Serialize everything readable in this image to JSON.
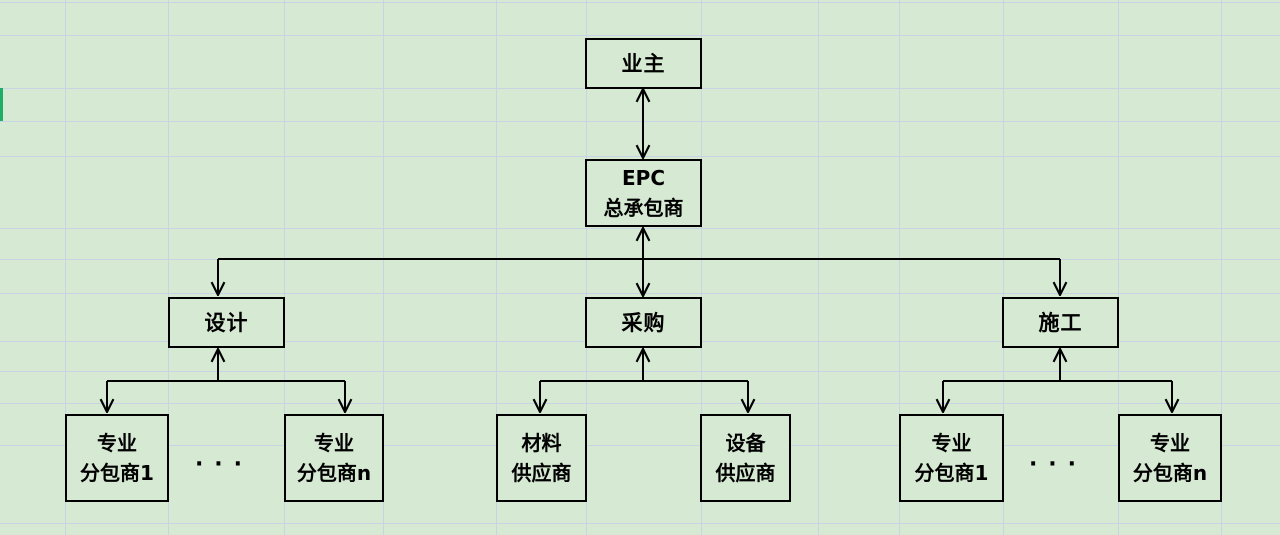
{
  "colors": {
    "bg": "#d6e9d3",
    "grid": "#c9d3e4",
    "ink": "#000000",
    "accent": "#1fae66"
  },
  "diagram": {
    "title_hint": "EPC contracting structure",
    "nodes": {
      "owner": {
        "label": "业主"
      },
      "epc": {
        "line1": "EPC",
        "line2": "总承包商"
      },
      "design": {
        "label": "设计"
      },
      "procurement": {
        "label": "采购"
      },
      "construction": {
        "label": "施工"
      },
      "design_sub1": {
        "line1": "专业",
        "line2": "分包商1"
      },
      "design_subn": {
        "line1": "专业",
        "line2": "分包商n"
      },
      "material": {
        "line1": "材料",
        "line2": "供应商"
      },
      "equipment": {
        "line1": "设备",
        "line2": "供应商"
      },
      "construction_sub1": {
        "line1": "专业",
        "line2": "分包商1"
      },
      "construction_subn": {
        "line1": "专业",
        "line2": "分包商n"
      },
      "ellipsis_left": {
        "label": "···"
      },
      "ellipsis_right": {
        "label": "···"
      }
    }
  }
}
